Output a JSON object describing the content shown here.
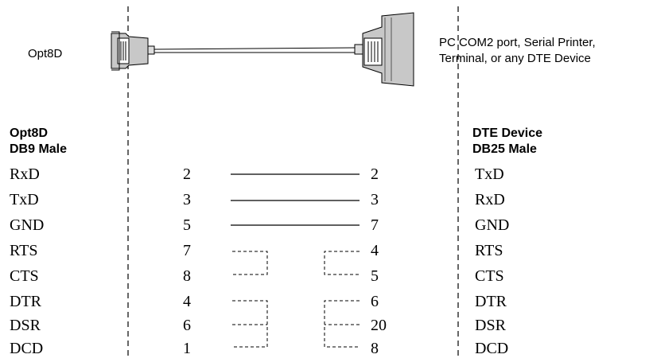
{
  "left_device_label": "Opt8D",
  "right_device_label_lines": [
    "PC COM2 port, Serial Printer,",
    "Terminal, or any DTE Device"
  ],
  "left_header": [
    "Opt8D",
    "DB9 Male"
  ],
  "right_header": [
    "DTE Device",
    "DB25 Male"
  ],
  "rows": [
    {
      "left_signal": "RxD",
      "left_pin": "2",
      "right_pin": "2",
      "right_signal": "TxD"
    },
    {
      "left_signal": "TxD",
      "left_pin": "3",
      "right_pin": "3",
      "right_signal": "RxD"
    },
    {
      "left_signal": "GND",
      "left_pin": "5",
      "right_pin": "7",
      "right_signal": "GND"
    },
    {
      "left_signal": "RTS",
      "left_pin": "7",
      "right_pin": "4",
      "right_signal": "RTS"
    },
    {
      "left_signal": "CTS",
      "left_pin": "8",
      "right_pin": "5",
      "right_signal": "CTS"
    },
    {
      "left_signal": "DTR",
      "left_pin": "4",
      "right_pin": "6",
      "right_signal": "DTR"
    },
    {
      "left_signal": "DSR",
      "left_pin": "6",
      "right_pin": "20",
      "right_signal": "DSR"
    },
    {
      "left_signal": "DCD",
      "left_pin": "1",
      "right_pin": "8",
      "right_signal": "DCD"
    }
  ]
}
